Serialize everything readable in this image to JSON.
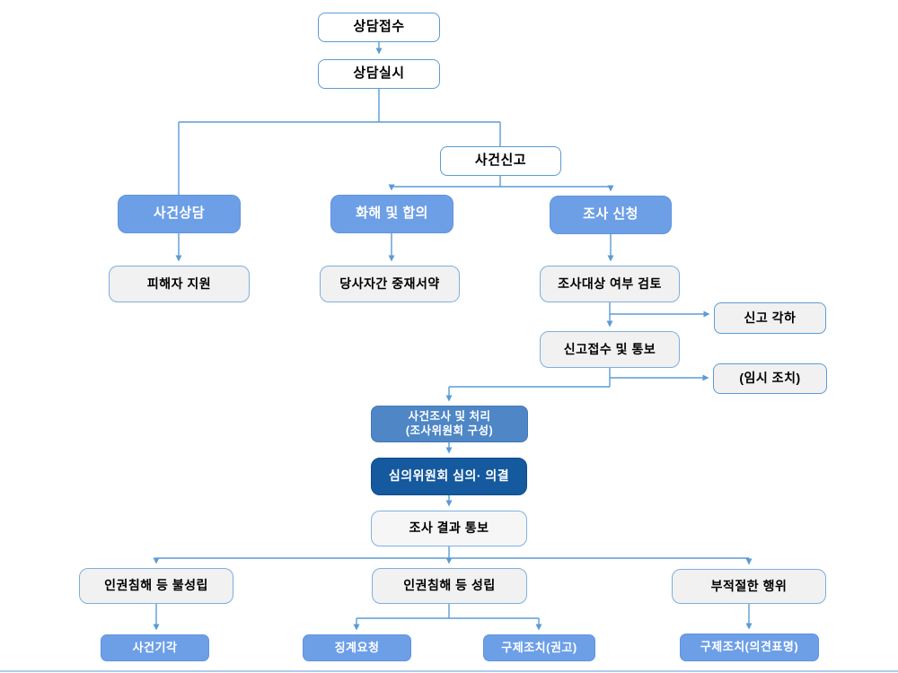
{
  "diagram": {
    "description": "사건처리 절차 흐름도 (case handling procedure flowchart)",
    "colors": {
      "connector": "#5B9BD5",
      "node_blue": "#6D9FE7",
      "node_mid_blue": "#4E86C6",
      "node_dark_blue": "#15599E",
      "node_gray_fill": "#F1F1F1",
      "node_gray_border": "#7FAEDC",
      "background": "#FFFFFF"
    },
    "nodes": [
      {
        "id": "counsel-intake",
        "label": "상담접수"
      },
      {
        "id": "counsel-conduct",
        "label": "상담실시"
      },
      {
        "id": "case-report",
        "label": "사건신고"
      },
      {
        "id": "case-counsel",
        "label": "사건상담"
      },
      {
        "id": "reconciliation-settlement",
        "label": "화해 및 합의"
      },
      {
        "id": "investigation-request",
        "label": "조사 신청"
      },
      {
        "id": "victim-support",
        "label": "피해자 지원"
      },
      {
        "id": "party-mediation-pledge",
        "label": "당사자간 중재서약"
      },
      {
        "id": "investigation-eligibility-review",
        "label": "조사대상 여부 검토"
      },
      {
        "id": "report-rejection",
        "label": "신고 각하"
      },
      {
        "id": "report-receipt-notice",
        "label": "신고접수 및 통보"
      },
      {
        "id": "temporary-measures",
        "label": "(임시 조치)"
      },
      {
        "id": "case-investigation-handling",
        "label": "사건조사 및 처리",
        "label2": "(조사위원회 구성)"
      },
      {
        "id": "deliberation-committee-resolution",
        "label": "심의위원회 심의· 의결"
      },
      {
        "id": "investigation-result-notice",
        "label": "조사 결과 통보"
      },
      {
        "id": "violation-not-established",
        "label": "인권침해 등 불성립"
      },
      {
        "id": "violation-established",
        "label": "인권침해 등 성립"
      },
      {
        "id": "inappropriate-conduct",
        "label": "부적절한 행위"
      },
      {
        "id": "case-dismissal",
        "label": "사건기각"
      },
      {
        "id": "disciplinary-request",
        "label": "징계요청"
      },
      {
        "id": "remedy-recommendation",
        "label": "구제조치(권고)"
      },
      {
        "id": "remedy-opinion",
        "label": "구제조치(의견표명)"
      }
    ],
    "edges": [
      [
        "counsel-intake",
        "counsel-conduct"
      ],
      [
        "counsel-conduct",
        "case-counsel"
      ],
      [
        "counsel-conduct",
        "case-report"
      ],
      [
        "case-report",
        "reconciliation-settlement"
      ],
      [
        "case-report",
        "investigation-request"
      ],
      [
        "case-counsel",
        "victim-support"
      ],
      [
        "reconciliation-settlement",
        "party-mediation-pledge"
      ],
      [
        "investigation-request",
        "investigation-eligibility-review"
      ],
      [
        "investigation-eligibility-review",
        "report-rejection"
      ],
      [
        "investigation-eligibility-review",
        "report-receipt-notice"
      ],
      [
        "report-receipt-notice",
        "temporary-measures"
      ],
      [
        "report-receipt-notice",
        "case-investigation-handling"
      ],
      [
        "case-investigation-handling",
        "deliberation-committee-resolution"
      ],
      [
        "deliberation-committee-resolution",
        "investigation-result-notice"
      ],
      [
        "investigation-result-notice",
        "violation-not-established"
      ],
      [
        "investigation-result-notice",
        "violation-established"
      ],
      [
        "investigation-result-notice",
        "inappropriate-conduct"
      ],
      [
        "violation-not-established",
        "case-dismissal"
      ],
      [
        "violation-established",
        "disciplinary-request"
      ],
      [
        "violation-established",
        "remedy-recommendation"
      ],
      [
        "inappropriate-conduct",
        "remedy-opinion"
      ]
    ]
  }
}
